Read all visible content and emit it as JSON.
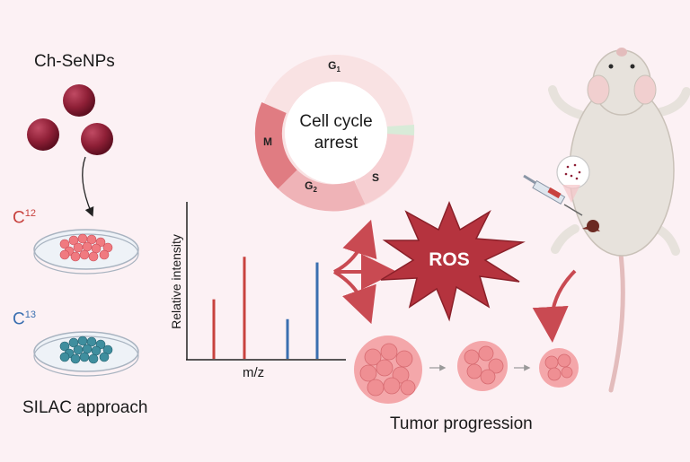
{
  "labels": {
    "nanoparticles": "Ch-SeNPs",
    "c12_base": "C",
    "c12_sup": "12",
    "c13_base": "C",
    "c13_sup": "13",
    "method": "SILAC approach",
    "xaxis": "m/z",
    "yaxis": "Relative intensity",
    "cell_cycle": "Cell cycle arrest",
    "phase_g1": "G",
    "phase_g1_sub": "1",
    "phase_g2": "G",
    "phase_g2_sub": "2",
    "phase_m": "M",
    "phase_s": "S",
    "ros": "ROS",
    "tumor": "Tumor progression"
  },
  "colors": {
    "background": "#fcf1f4",
    "nanoparticle": "#8e1f36",
    "light_label": "#c8423e",
    "heavy_label": "#3a6fb0",
    "ros_burst": "#b5333e",
    "arrow": "#c94a52",
    "tumor": "#ef8f93"
  },
  "icons": [
    "nanoparticle-icon",
    "petri-dish-icon",
    "mouse-icon",
    "syringe-icon",
    "tumor-icon",
    "ros-burst-icon",
    "arrow-icon"
  ],
  "chart_data": {
    "type": "bar",
    "xlabel": "m/z",
    "ylabel": "Relative intensity",
    "series": [
      {
        "name": "C12",
        "color": "#c8423e",
        "values": [
          0.42,
          0.72
        ]
      },
      {
        "name": "C13",
        "color": "#3a6fb0",
        "values": [
          0.28,
          0.68
        ]
      }
    ],
    "bars": [
      {
        "series": "C12",
        "x": 1,
        "y": 0.42
      },
      {
        "series": "C12",
        "x": 2,
        "y": 0.72
      },
      {
        "series": "C13",
        "x": 3,
        "y": 0.28
      },
      {
        "series": "C13",
        "x": 4,
        "y": 0.68
      }
    ],
    "ylim": [
      0,
      1
    ]
  }
}
